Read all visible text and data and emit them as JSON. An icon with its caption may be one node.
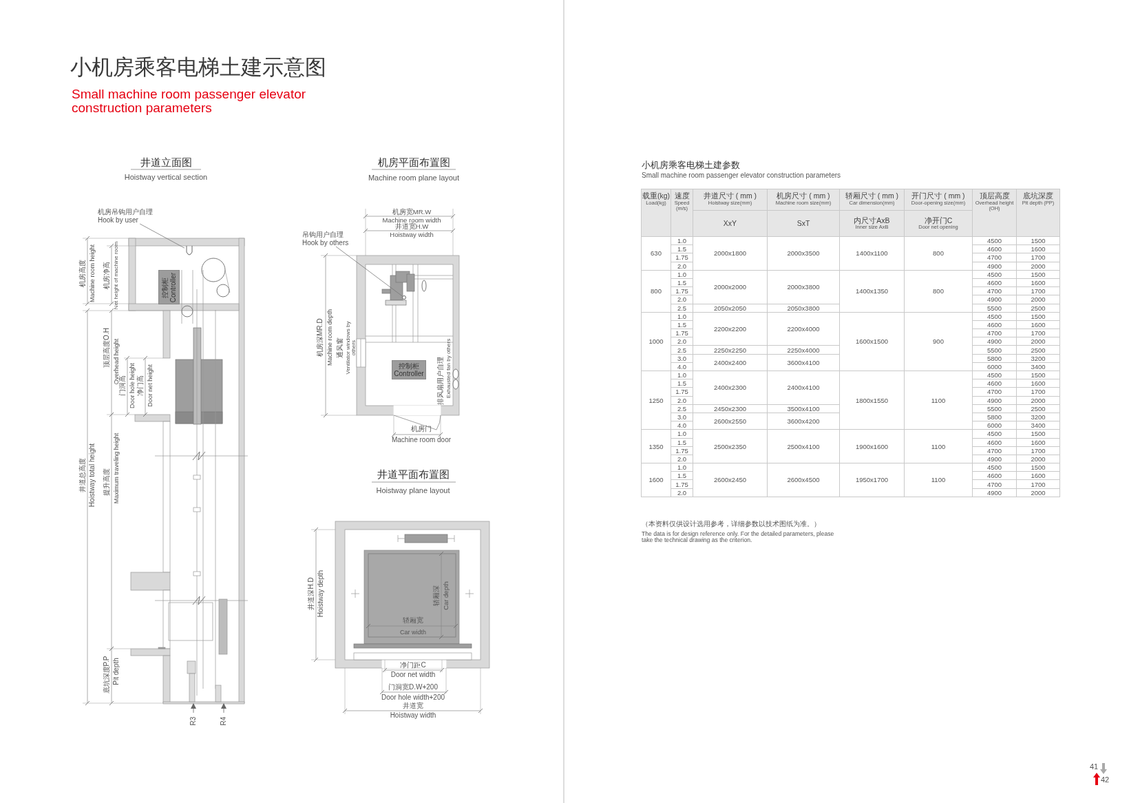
{
  "diagram": {
    "title": "小机房乘客电梯土建示意图",
    "nodes": [
      {
        "text": [
          "机房吊钩用户自理",
          "Hook by user"
        ]
      },
      {
        "text": [],
        "shape": "picture"
      },
      {
        "text": [
          "控制柜",
          "Controller"
        ]
      },
      {
        "text": [
          "吊钩用户自理",
          "Hook by others"
        ]
      },
      {
        "text": [],
        "shape": "circle"
      },
      {
        "text": [
          "控制柜",
          "Controller"
        ]
      }
    ],
    "edges": [
      {
        "from": 0,
        "to": 1,
        "arrow": "none"
      },
      {
        "from": 3,
        "to": 4,
        "arrow": "none"
      }
    ],
    "labels": [
      "Small machine room passenger elevator construction parameters",
      "井道立面图",
      "Hoistway vertical section",
      "机房平面布置图",
      "Machine room plane layout",
      "机房高度",
      "Machine room height",
      "机房净高",
      "Net height of machine room",
      "顶层高度O.H",
      "Overhead height",
      "门洞高",
      "Door hole height",
      "净门高",
      "Door net height",
      "井道总高度",
      "Hoistway total height",
      "提升高度",
      "Maximum traveling height",
      "底坑深度P.P",
      "Pit depth",
      "R3",
      "R4",
      "机房宽MR.W",
      "Machine room width",
      "井道宽H.W",
      "Hoistway width",
      "机房深MR.D",
      "Machine room depth",
      "通风窗",
      "Ventilator windows by others",
      "排风扇用户自理",
      "Exhausted fan by others",
      "机房门",
      "Machine room door",
      "井道平面布置图",
      "Hoistway plane layout",
      "井道深H.D",
      "Hoistway depth",
      "轿厢深",
      "Car depth",
      "轿厢宽",
      "Car width",
      "净门距C",
      "Door net width",
      "门洞宽D.W+200",
      "Door hole width+200",
      "井道宽",
      "Hoistway width",
      "小机房乘客电梯土建参数",
      "Small machine room passenger elevator construction parameters",
      "载重(kg)",
      "Load(kg)",
      "速度",
      "Speed (m/s)",
      "井道尺寸 ( mm )",
      "Hoistway size(mm)",
      "机房尺寸 ( mm )",
      "Machine room size(mm)",
      "轿厢尺寸 ( mm )",
      "Car dimension(mm)",
      "开门尺寸 ( mm )",
      "Door-opening size(mm)",
      "顶层高度",
      "Overhead height (OH)",
      "底坑深度",
      "Pit depth (PP)",
      "XxY",
      "SxT",
      "内尺寸AxB",
      "Inner size AxB",
      "净开门C",
      "Door net opening",
      "630",
      "1.0",
      "2000x1800",
      "2000x3500",
      "1400x1100",
      "800",
      "4500",
      "1500",
      "1.5",
      "4600",
      "1600",
      "1.75",
      "4700",
      "1700",
      "2.0",
      "4900",
      "2000",
      "800",
      "1.0",
      "2000x2000",
      "2000x3800",
      "1400x1350",
      "800",
      "4500",
      "1500",
      "1.5",
      "4600",
      "1600",
      "1.75",
      "4700",
      "1700",
      "2.0",
      "4900",
      "2000",
      "2.5",
      "2050x2050",
      "2050x3800",
      "5500",
      "2500",
      "1000",
      "1.0",
      "2200x2200",
      "2200x4000",
      "1600x1500",
      "900",
      "4500",
      "1500",
      "1.5",
      "4600",
      "1600",
      "1.75",
      "4700",
      "1700",
      "2.0",
      "4900",
      "2000",
      "2.5",
      "2250x2250",
      "2250x4000",
      "5500",
      "2500",
      "3.0",
      "2400x2400",
      "3600x4100",
      "5800",
      "3200",
      "4.0",
      "6000",
      "3400",
      "1250",
      "1.0",
      "2400x2300",
      "2400x4100",
      "1800x1550",
      "1100",
      "4500",
      "1500",
      "1.5",
      "4600",
      "1600",
      "1.75",
      "4700",
      "1700",
      "2.0",
      "4900",
      "2000",
      "2.5",
      "2450x2300",
      "3500x4100",
      "5500",
      "2500",
      "3.0",
      "2600x2550",
      "3600x4200",
      "5800",
      "3200",
      "4.0",
      "6000",
      "3400",
      "1350",
      "1.0",
      "2500x2350",
      "2500x4100",
      "1900x1600",
      "1100",
      "4500",
      "1500",
      "1.5",
      "4600",
      "1600",
      "1.75",
      "4700",
      "1700",
      "2.0",
      "4900",
      "2000",
      "1600",
      "1.0",
      "2600x2450",
      "2600x4500",
      "1950x1700",
      "1100",
      "4500",
      "1500",
      "1.5",
      "4600",
      "1600",
      "1.75",
      "4700",
      "1700",
      "2.0",
      "4900",
      "2000",
      "（本资料仅供设计选用参考，详细参数以技术图纸为准。）",
      "The data is for design reference only. For the detailed parameters, please take the technical drawing as the criterion.",
      "41",
      "42"
    ]
  }
}
